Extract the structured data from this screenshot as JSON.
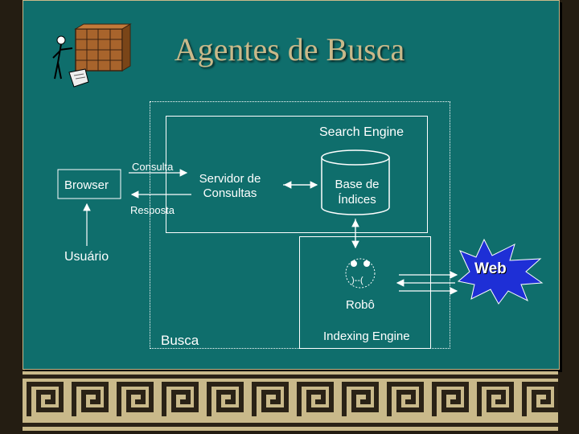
{
  "slide": {
    "title": "Agentes de Busca",
    "labels": {
      "search_engine": "Search Engine",
      "consulta": "Consulta",
      "resposta": "Resposta",
      "browser": "Browser",
      "servidor": "Servidor de Consultas",
      "base": "Base de Índices",
      "usuario": "Usuário",
      "web": "Web",
      "robo": "Robô",
      "robo_face": ")--(",
      "busca": "Busca",
      "indexing": "Indexing Engine"
    }
  },
  "colors": {
    "background": "#0f6e6c",
    "title": "#c9b98a",
    "frieze": "#c9b98a",
    "web_burst": "#1e2fd6"
  },
  "icons": {
    "filing_person": "person-with-cabinet-icon",
    "web_burst": "starburst-icon",
    "robot_face": "robot-face-icon"
  }
}
